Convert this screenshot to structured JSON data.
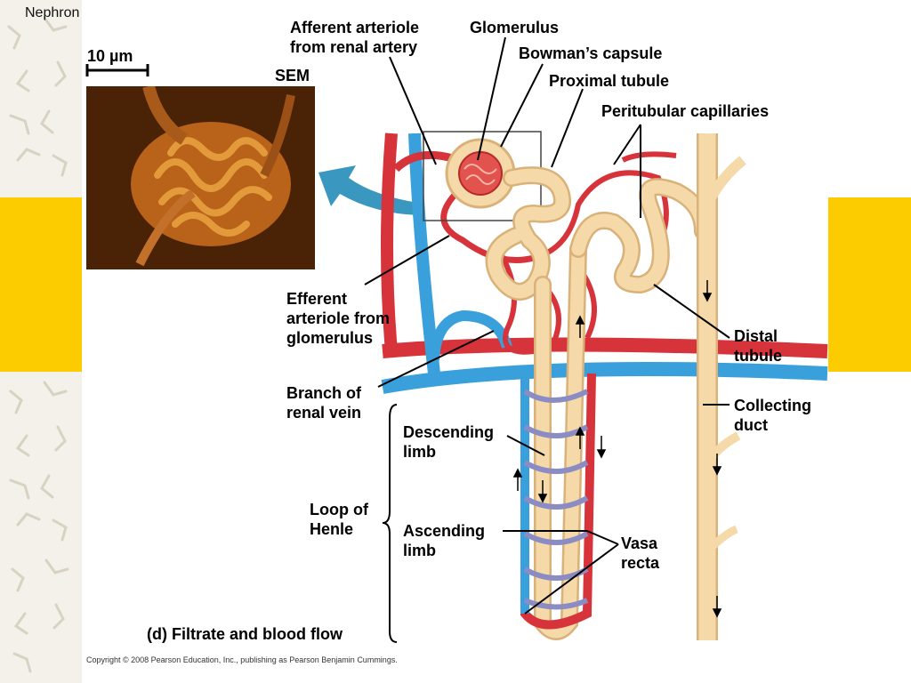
{
  "title": "Nephron",
  "scale_bar": "10 µm",
  "sem": "SEM",
  "labels": {
    "afferent": "Afferent arteriole\nfrom renal artery",
    "glomerulus": "Glomerulus",
    "bowman": "Bowman’s capsule",
    "proximal": "Proximal tubule",
    "peritubular": "Peritubular capillaries",
    "efferent": "Efferent\narteriole from\nglomerulus",
    "distal": "Distal\ntubule",
    "branch_vein": "Branch of\nrenal vein",
    "collecting": "Collecting\nduct",
    "descending": "Descending\nlimb",
    "loop": "Loop of\nHenle",
    "ascending": "Ascending\nlimb",
    "vasa": "Vasa\nrecta",
    "caption": "(d) Filtrate and blood flow"
  },
  "copyright": "Copyright © 2008 Pearson Education, Inc., publishing as Pearson Benjamin Cummings.",
  "colors": {
    "artery": "#d6333a",
    "vein": "#3aa0dc",
    "tubule": "#f5d9a8",
    "tubule_edge": "#d9b27a",
    "vasa_mid": "#8c8cc4",
    "accent_yellow": "#fccb00",
    "pointer_arrow": "#3a98c0"
  }
}
